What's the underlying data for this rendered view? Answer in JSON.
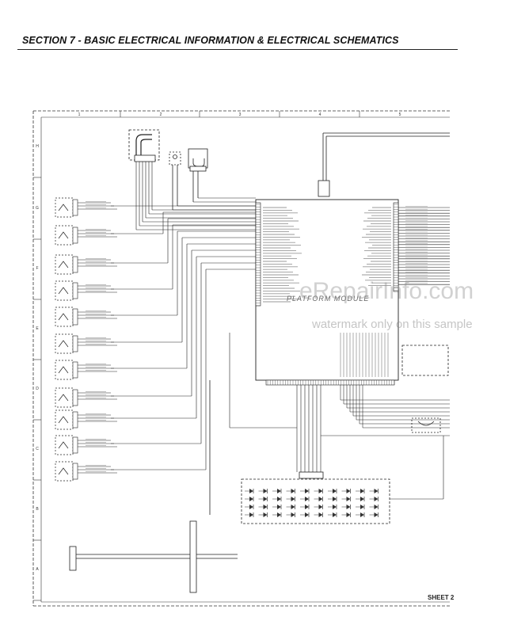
{
  "header": {
    "title": "SECTION 7 - BASIC ELECTRICAL INFORMATION & ELECTRICAL SCHEMATICS"
  },
  "schematic": {
    "column_markers": [
      "1",
      "2",
      "3",
      "4",
      "5"
    ],
    "row_markers": [
      "H",
      "G",
      "F",
      "E",
      "D",
      "C",
      "B",
      "A"
    ],
    "module_label": "PLATFORM MODULE",
    "sheet_label": "SHEET 2"
  },
  "watermark": {
    "site": "eRepairInfo.com",
    "sample": "watermark only on this sample"
  }
}
